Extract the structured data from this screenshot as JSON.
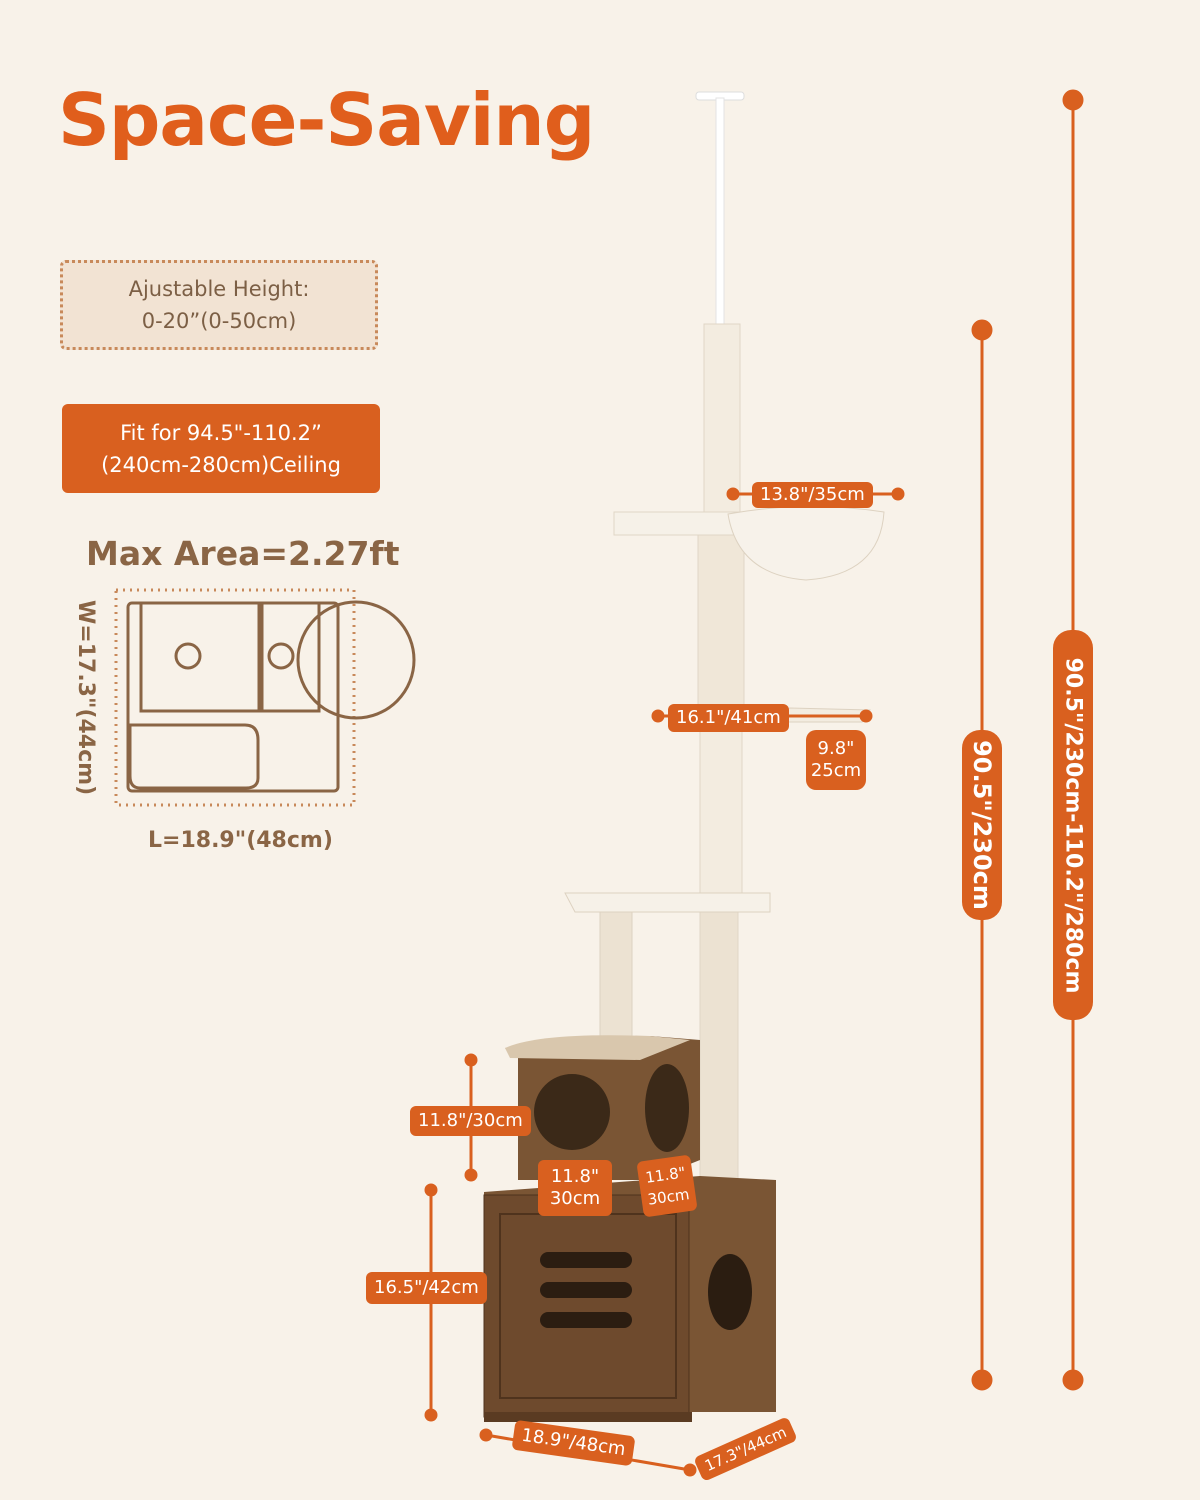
{
  "title": "Space-Saving",
  "adjustable": {
    "line1": "Ajustable Height:",
    "line2": "0-20”(0-50cm)"
  },
  "ceiling": {
    "line1": "Fit for 94.5\"-110.2”",
    "line2": "(240cm-280cm)Ceiling"
  },
  "footprint": {
    "max_area": "Max Area=2.27ft",
    "width": "W=17.3\"(44cm)",
    "length": "L=18.9\"(48cm)"
  },
  "dimensions": {
    "basket_width": "13.8\"/35cm",
    "platform_width": "16.1\"/41cm",
    "platform_depth_top": "9.8\"",
    "platform_depth_bottom": "25cm",
    "condo_height": "11.8\"/30cm",
    "condo_width_top": "11.8\"",
    "condo_width_bottom": "30cm",
    "condo_depth_top": "11.8\"",
    "condo_depth_bottom": "30cm",
    "cabinet_height": "16.5\"/42cm",
    "cabinet_length": "18.9\"/48cm",
    "cabinet_depth": "17.3\"/44cm",
    "base_height": "90.5\"/230cm",
    "total_height": "90.5\"/230cm-110.2\"/280cm"
  },
  "colors": {
    "accent": "#d9601f",
    "title": "#e05e1c",
    "brown_text": "#8a6545",
    "background": "#f8f2e9",
    "wood": "#7a5534"
  }
}
